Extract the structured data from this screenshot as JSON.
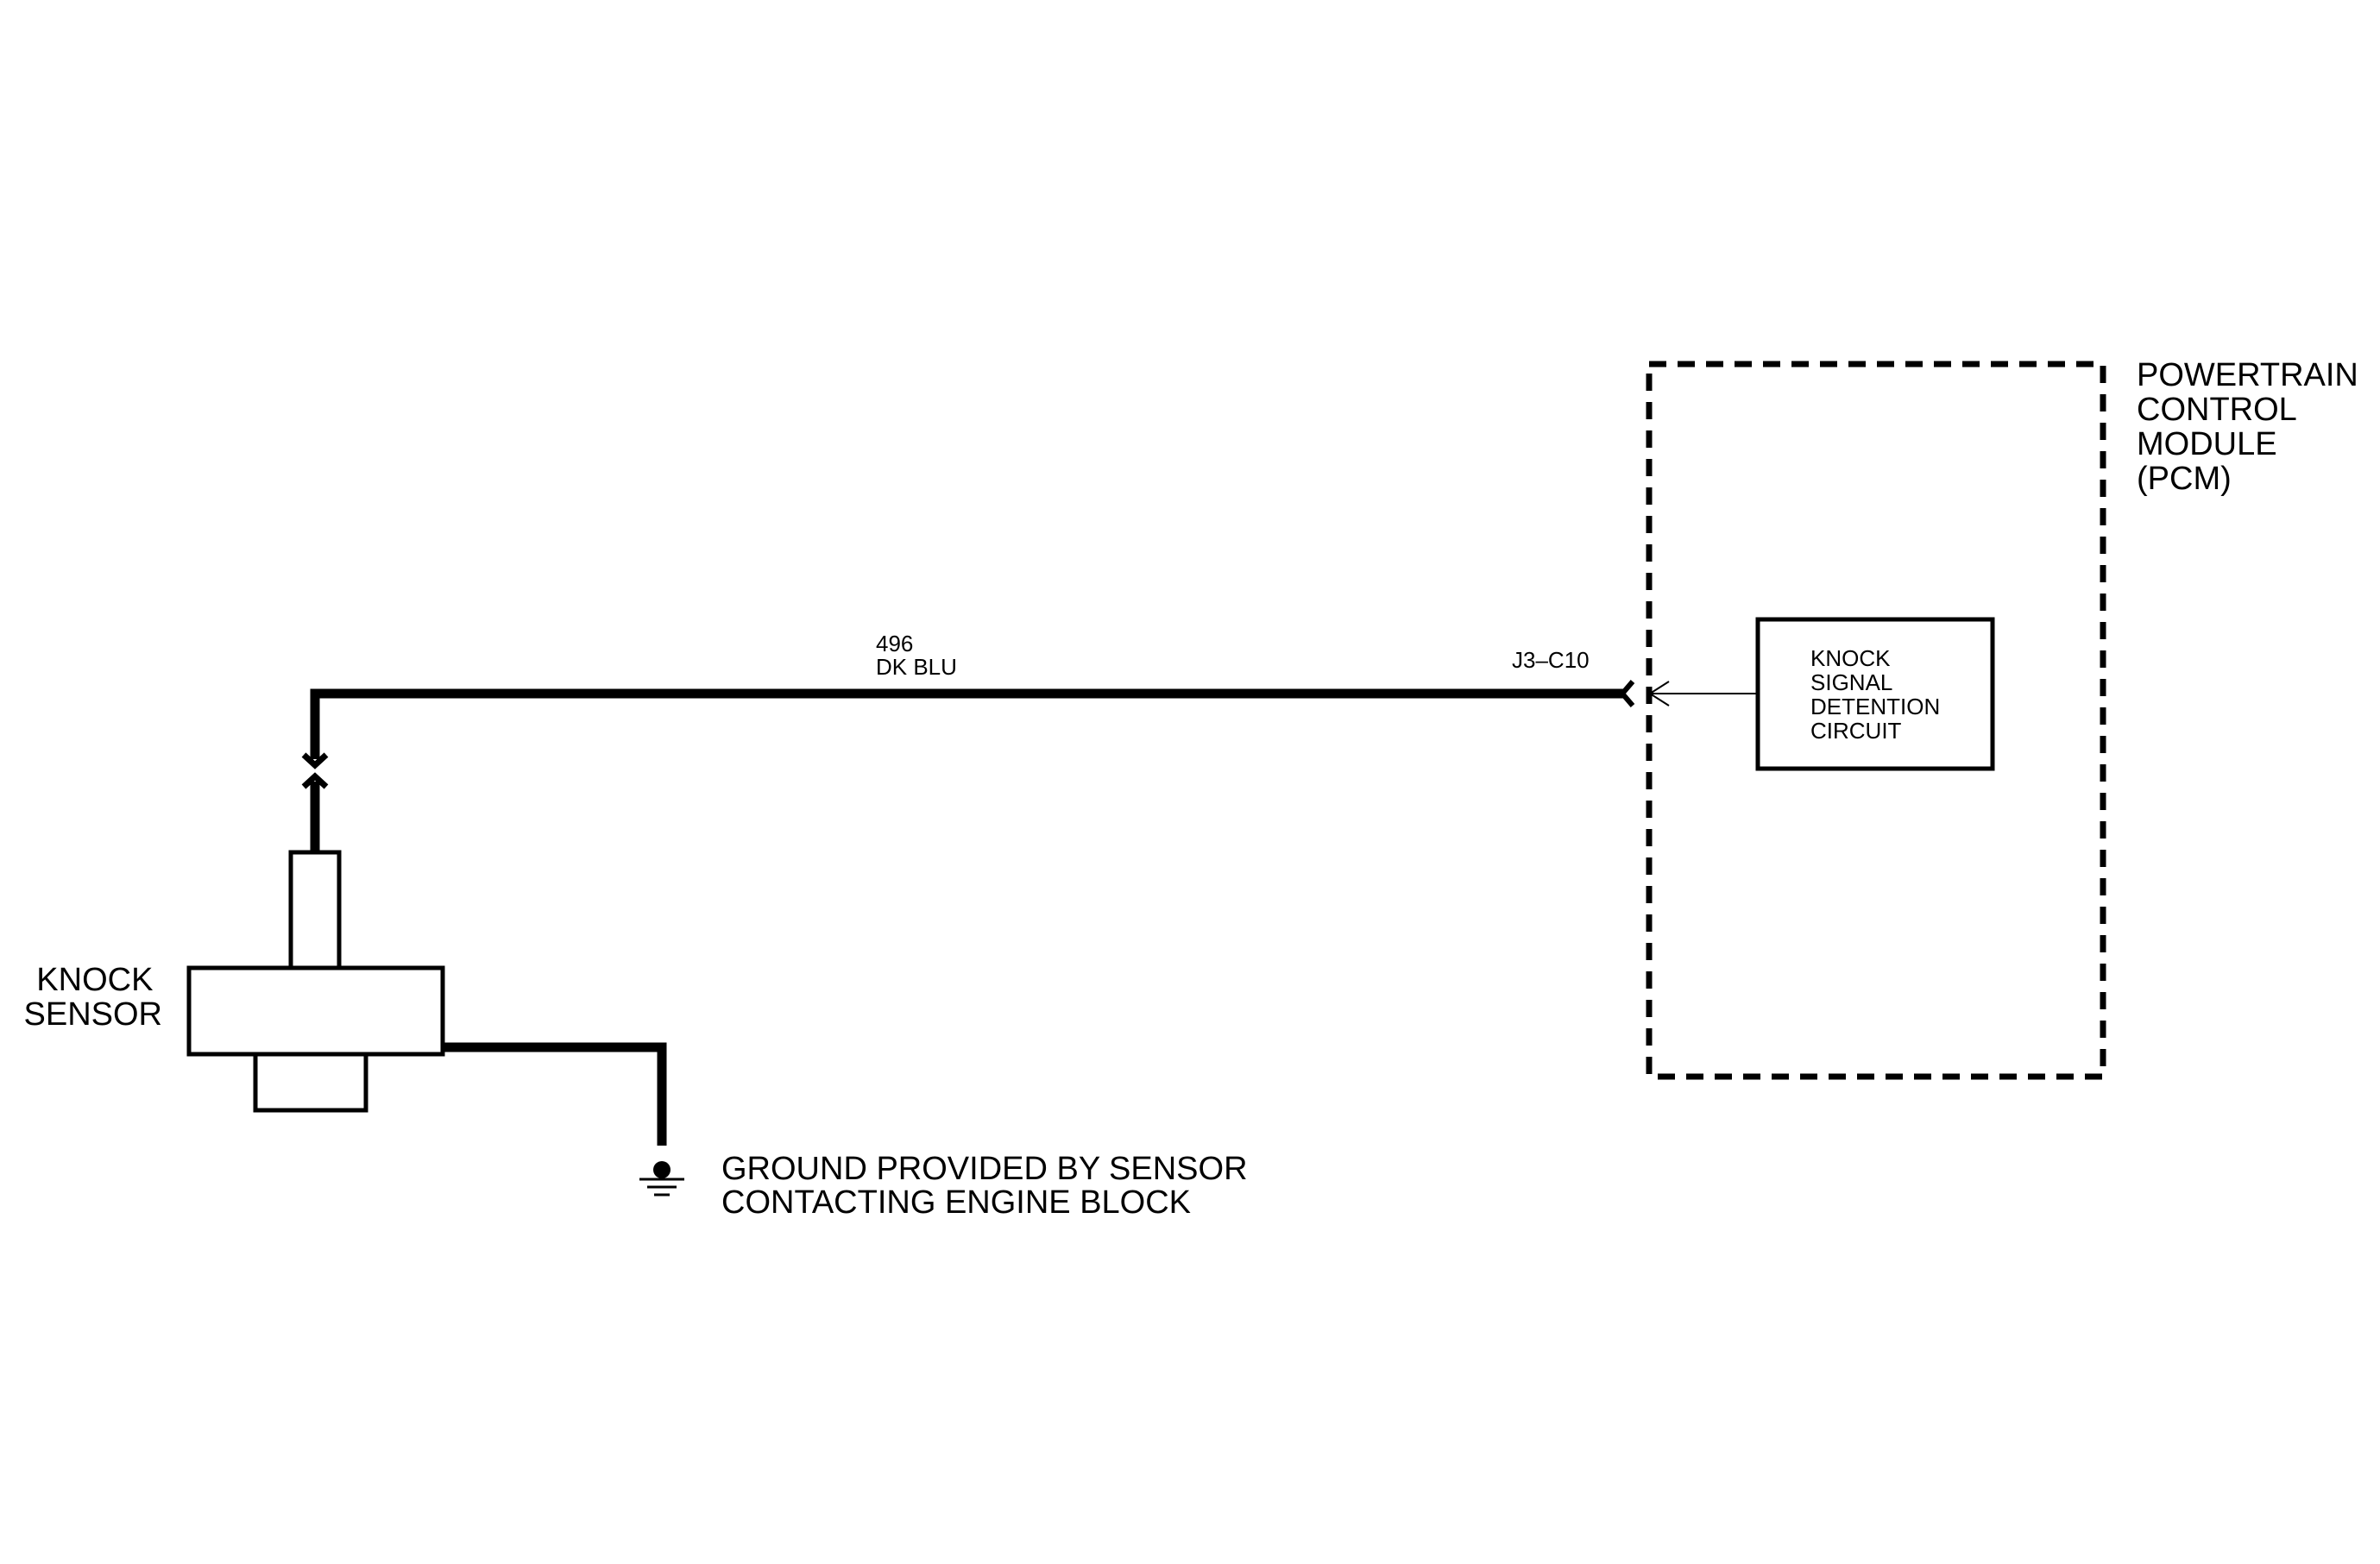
{
  "pcm": {
    "label": [
      "POWERTRAIN",
      "CONTROL",
      "MODULE",
      "(PCM)"
    ]
  },
  "detection_circuit": {
    "label": [
      "KNOCK",
      "SIGNAL",
      "DETENTION",
      "CIRCUIT"
    ]
  },
  "connector": {
    "pin": "J3–C10"
  },
  "wire": {
    "circuit": "496",
    "color": "DK BLU"
  },
  "sensor": {
    "label": [
      "KNOCK",
      "SENSOR"
    ]
  },
  "ground": {
    "label": [
      "GROUND PROVIDED BY SENSOR",
      "CONTACTING ENGINE BLOCK"
    ]
  },
  "colors": {
    "line": "#000000",
    "background": "#ffffff"
  }
}
